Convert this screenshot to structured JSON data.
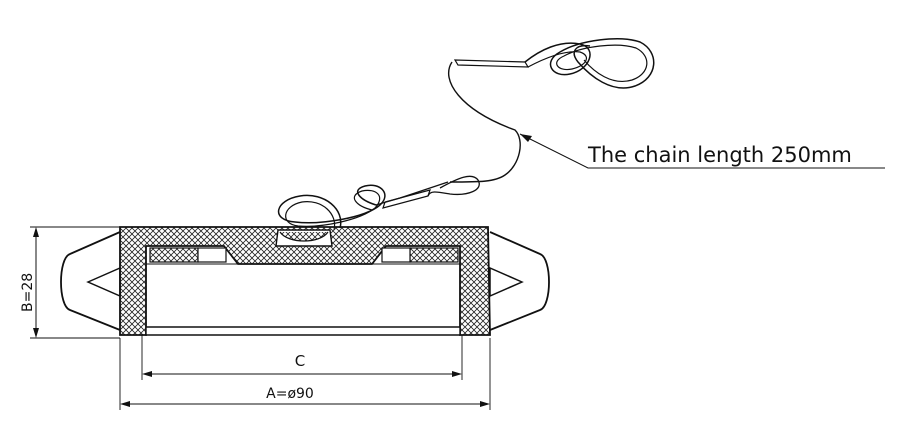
{
  "annotation": "The chain length 250mm",
  "dimensions": {
    "height": "B=28",
    "inner": "C",
    "outer": "A=ø90"
  },
  "colors": {
    "ink": "#111111",
    "paper": "#ffffff"
  }
}
